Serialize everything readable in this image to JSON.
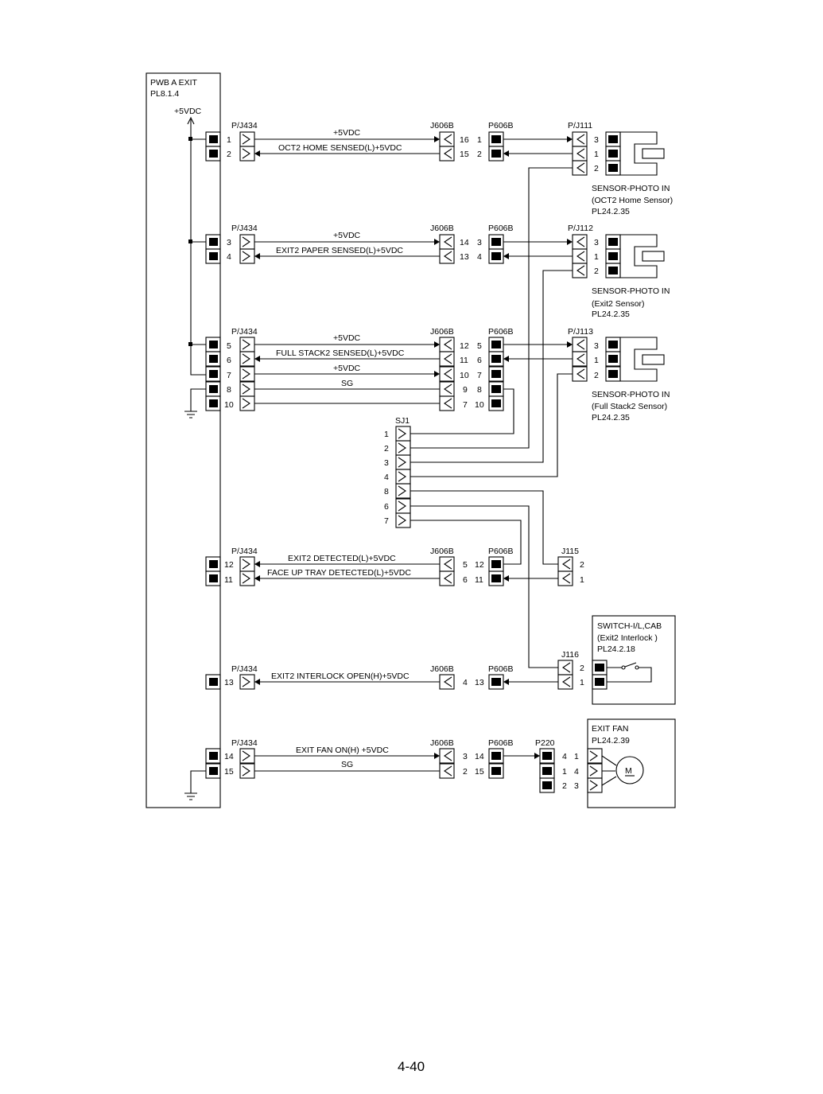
{
  "board": {
    "name": "PWB A EXIT",
    "ref": "PL8.1.4",
    "supply": "+5VDC"
  },
  "connectors": {
    "pj434": "P/J434",
    "j606b": "J606B",
    "p606b": "P606B",
    "pj111": "P/J111",
    "pj112": "P/J112",
    "pj113": "P/J113",
    "sj1": "SJ1",
    "j115": "J115",
    "j116": "J116",
    "p220": "P220"
  },
  "signals": {
    "s1": "+5VDC",
    "s2": "OCT2 HOME SENSED(L)+5VDC",
    "s3": "+5VDC",
    "s4": "EXIT2 PAPER SENSED(L)+5VDC",
    "s5": "+5VDC",
    "s6": "FULL STACK2 SENSED(L)+5VDC",
    "s7": "+5VDC",
    "s8": "SG",
    "s9": "EXIT2 DETECTED(L)+5VDC",
    "s10": "FACE UP TRAY DETECTED(L)+5VDC",
    "s11": "EXIT2 INTERLOCK OPEN(H)+5VDC",
    "s12": "EXIT FAN ON(H) +5VDC",
    "s13": "SG"
  },
  "components": {
    "sensor1": {
      "name": "SENSOR-PHOTO IN",
      "desc": "(OCT2 Home Sensor)",
      "ref": "PL24.2.35"
    },
    "sensor2": {
      "name": "SENSOR-PHOTO IN",
      "desc": "(Exit2 Sensor)",
      "ref": "PL24.2.35"
    },
    "sensor3": {
      "name": "SENSOR-PHOTO IN",
      "desc": "(Full Stack2 Sensor)",
      "ref": "PL24.2.35"
    },
    "switch": {
      "name": "SWITCH-I/L,CAB",
      "desc": "(Exit2 Interlock )",
      "ref": "PL24.2.18"
    },
    "fan": {
      "name": "EXIT FAN",
      "ref": "PL24.2.39",
      "motor": "M"
    }
  },
  "page_number": "4-40"
}
